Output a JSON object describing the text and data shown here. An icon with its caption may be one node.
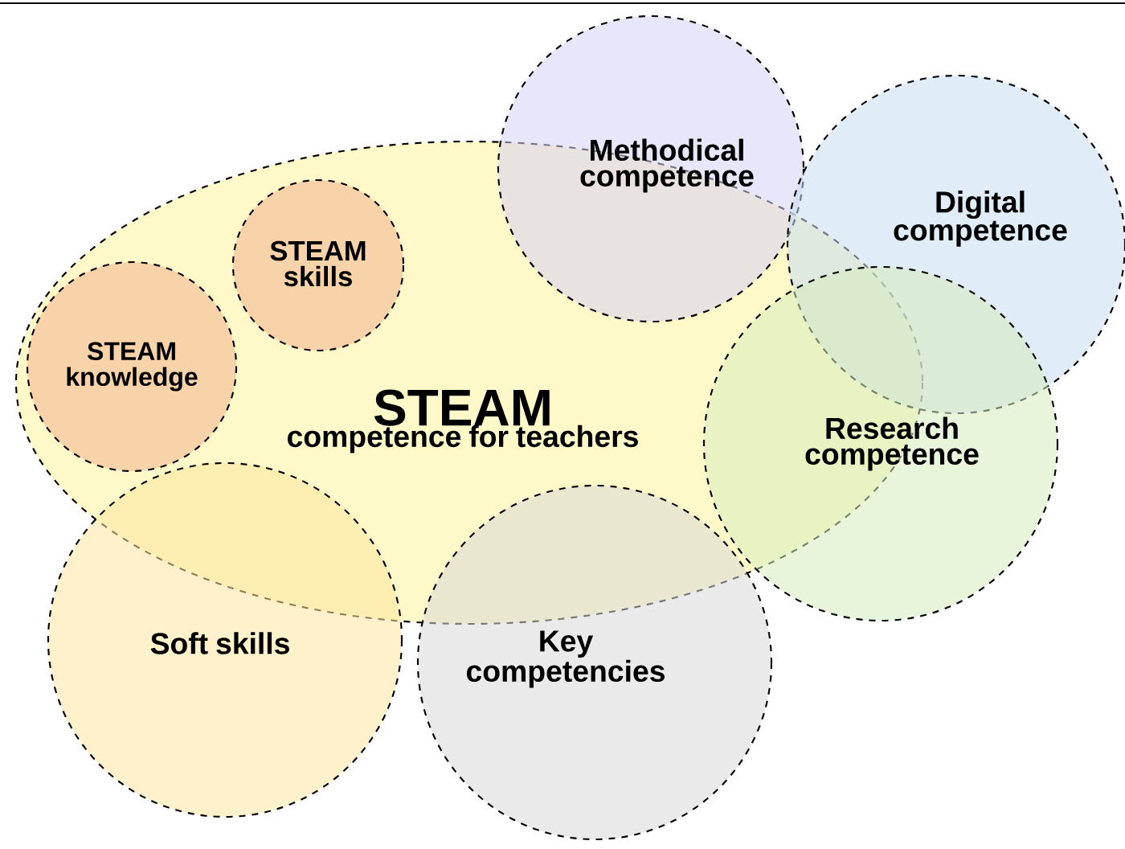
{
  "diagram": {
    "nodes": [
      {
        "text": [
          "STEAM",
          "competence for teachers"
        ]
      },
      {
        "text": [
          "STEAM knowledge"
        ],
        "in": 0
      },
      {
        "text": [
          "STEAM skills"
        ],
        "in": 0
      },
      {
        "text": [
          "Methodical competence"
        ]
      },
      {
        "text": [
          "Digital competence"
        ]
      },
      {
        "text": [
          "Research competence"
        ]
      },
      {
        "text": [
          "Soft skills"
        ]
      },
      {
        "text": [
          "Key competencies"
        ]
      }
    ]
  }
}
